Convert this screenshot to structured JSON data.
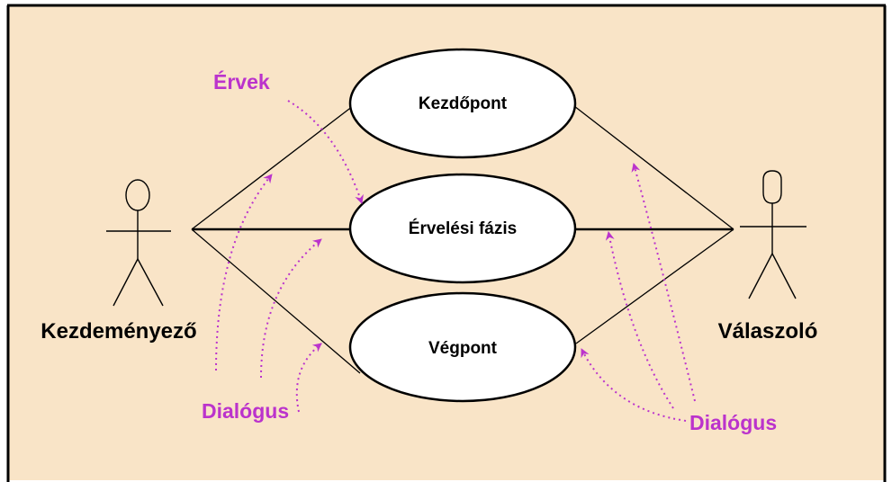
{
  "colors": {
    "background": "#f9e4c7",
    "frame": "#000000",
    "usecase_fill": "#ffffff",
    "line": "#000000",
    "annotation": "#bb33cc"
  },
  "actors": {
    "initiator": {
      "label": "Kezdeményező"
    },
    "responder": {
      "label": "Válaszoló"
    }
  },
  "use_cases": {
    "start": {
      "label": "Kezdőpont"
    },
    "argument": {
      "label": "Érvelési fázis"
    },
    "end": {
      "label": "Végpont"
    }
  },
  "annotations": {
    "arguments": {
      "label": "Érvek"
    },
    "dialogue_left": {
      "label": "Dialógus"
    },
    "dialogue_right": {
      "label": "Dialógus"
    }
  }
}
